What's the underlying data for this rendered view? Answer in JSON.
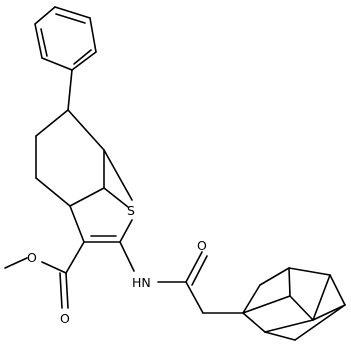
{
  "molecule": {
    "atoms": {
      "S": "S",
      "N": "HN",
      "O_ester_carbonyl": "O",
      "O_ester_ether": "O",
      "O_amide": "O"
    },
    "colors": {
      "bond": "#000000",
      "label": "#000000",
      "background": "#ffffff"
    }
  }
}
